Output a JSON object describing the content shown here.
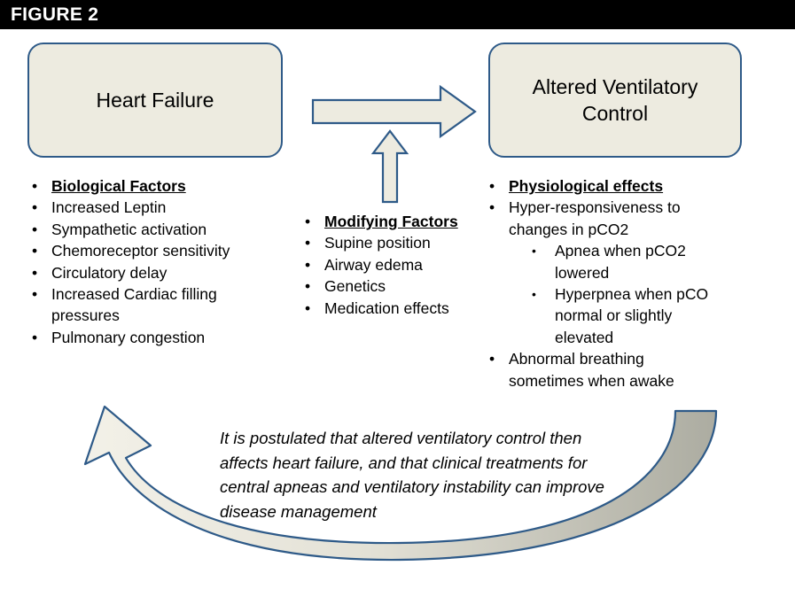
{
  "figure": {
    "header_title": "FIGURE 2"
  },
  "colors": {
    "header_bar": "#000000",
    "header_text": "#ffffff",
    "box_fill": "#EDEBE0",
    "box_border": "#2E5A88",
    "arrow_fill": "#EDEBE0",
    "arrow_border": "#2E5A88",
    "curved_arrow_fill_start": "#F2F0E6",
    "curved_arrow_fill_end": "#AFAFA4",
    "text": "#000000"
  },
  "nodes": {
    "left_box": {
      "label": "Heart Failure"
    },
    "right_box": {
      "label": "Altered Ventilatory\nControl"
    }
  },
  "arrows": {
    "horizontal": {
      "name": "heart-failure-to-altered-ventilatory-control-arrow",
      "direction": "right"
    },
    "vertical": {
      "name": "modifying-factors-arrow",
      "direction": "up"
    },
    "curved_feedback": {
      "name": "feedback-loop-arrow",
      "direction": "left"
    }
  },
  "lists": {
    "left": {
      "name": "biological-factors-list",
      "items": [
        {
          "level": 1,
          "bullet": "•",
          "text": "Biological Factors",
          "heading": true
        },
        {
          "level": 1,
          "bullet": "•",
          "text": "Increased Leptin",
          "heading": false
        },
        {
          "level": 1,
          "bullet": "•",
          "text": "Sympathetic activation",
          "heading": false
        },
        {
          "level": 1,
          "bullet": "•",
          "text": "Chemoreceptor sensitivity",
          "heading": false
        },
        {
          "level": 1,
          "bullet": "•",
          "text": "Circulatory delay",
          "heading": false
        },
        {
          "level": 1,
          "bullet": "•",
          "text": "Increased Cardiac filling\npressures",
          "heading": false
        },
        {
          "level": 1,
          "bullet": "•",
          "text": "Pulmonary congestion",
          "heading": false
        }
      ]
    },
    "middle": {
      "name": "modifying-factors-list",
      "items": [
        {
          "level": 1,
          "bullet": "•",
          "text": "Modifying Factors",
          "heading": true
        },
        {
          "level": 1,
          "bullet": "•",
          "text": "Supine position",
          "heading": false
        },
        {
          "level": 1,
          "bullet": "•",
          "text": "Airway edema",
          "heading": false
        },
        {
          "level": 1,
          "bullet": "•",
          "text": "Genetics",
          "heading": false
        },
        {
          "level": 1,
          "bullet": "•",
          "text": "Medication effects",
          "heading": false
        }
      ]
    },
    "right": {
      "name": "physiological-effects-list",
      "items": [
        {
          "level": 1,
          "bullet": "•",
          "text": "Physiological effects",
          "heading": true
        },
        {
          "level": 1,
          "bullet": "•",
          "text": "Hyper-responsiveness to\nchanges in pCO2",
          "heading": false
        },
        {
          "level": 2,
          "bullet": "•",
          "text": "Apnea when pCO2\nlowered",
          "heading": false
        },
        {
          "level": 2,
          "bullet": "•",
          "text": "Hyperpnea when pCO\nnormal or slightly\nelevated",
          "heading": false
        },
        {
          "level": 1,
          "bullet": "•",
          "text": "Abnormal breathing\nsometimes when awake",
          "heading": false
        }
      ]
    }
  },
  "caption": {
    "text": "It is postulated that altered ventilatory control then affects heart failure, and that clinical treatments for central apneas and ventilatory instability can improve disease management"
  }
}
